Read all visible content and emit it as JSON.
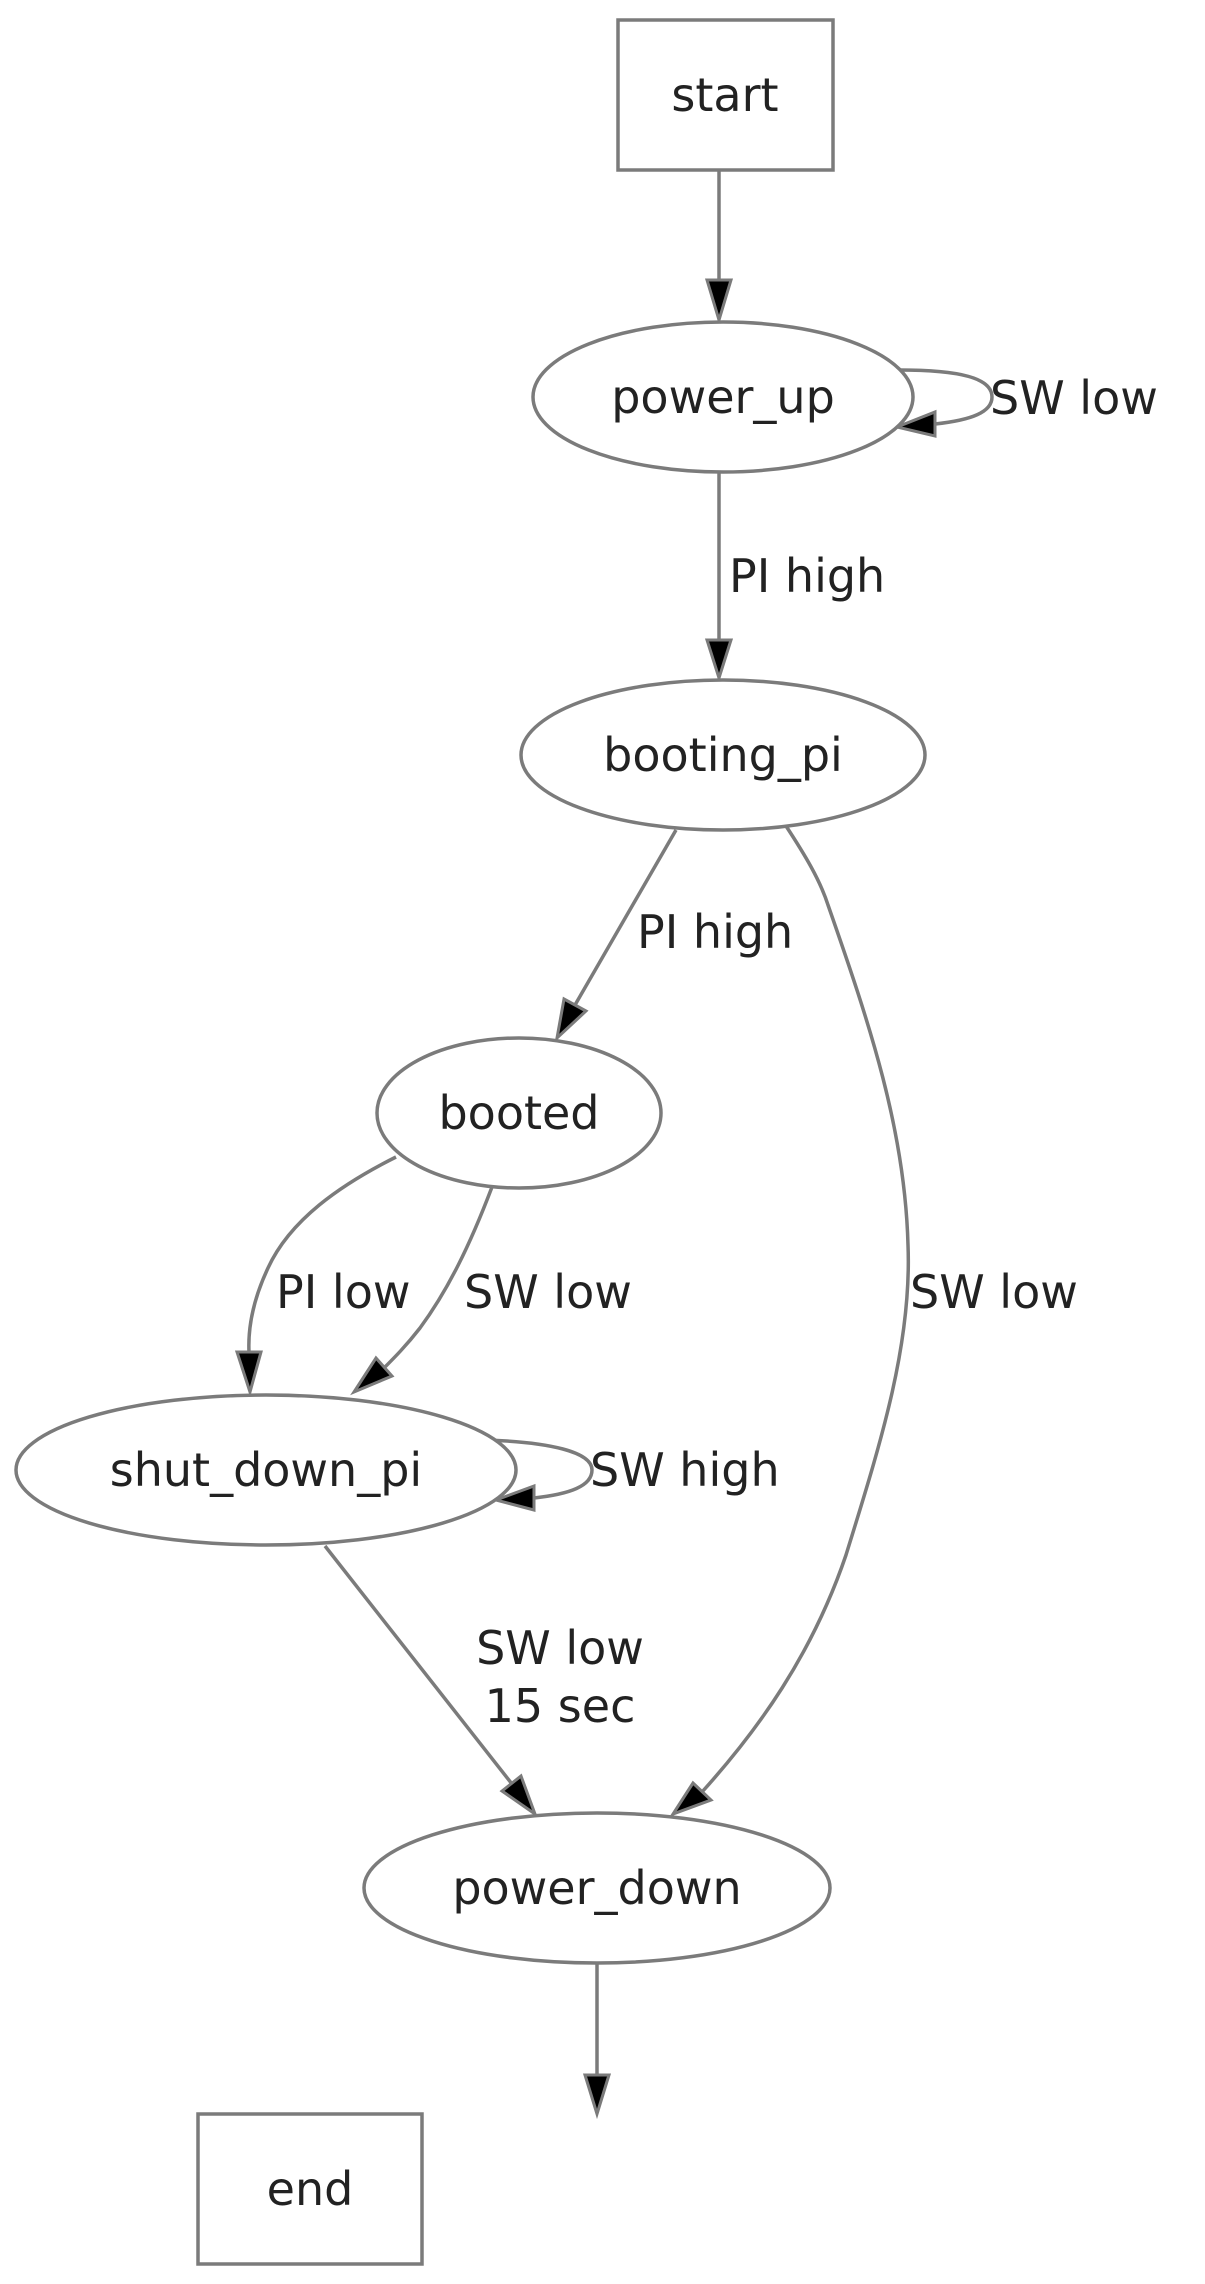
{
  "nodes": {
    "start": "start",
    "power_up": "power_up",
    "booting_pi": "booting_pi",
    "booted": "booted",
    "shut_down_pi": "shut_down_pi",
    "power_down": "power_down",
    "end": "end"
  },
  "edges": {
    "power_up_self": "SW low",
    "power_up_to_booting_pi": "PI high",
    "booting_pi_to_booted": "PI high",
    "booting_pi_to_power_down": "SW low",
    "booted_to_shut_down_pi_pi": "PI low",
    "booted_to_shut_down_pi_sw": "SW low",
    "shut_down_pi_self": "SW high",
    "shut_down_pi_to_power_down_line1": "SW low",
    "shut_down_pi_to_power_down_line2": "15 sec"
  },
  "colors": {
    "stroke": "#7b7b7b",
    "arrow_fill": "#000000",
    "text": "#222222",
    "background": "#ffffff"
  }
}
